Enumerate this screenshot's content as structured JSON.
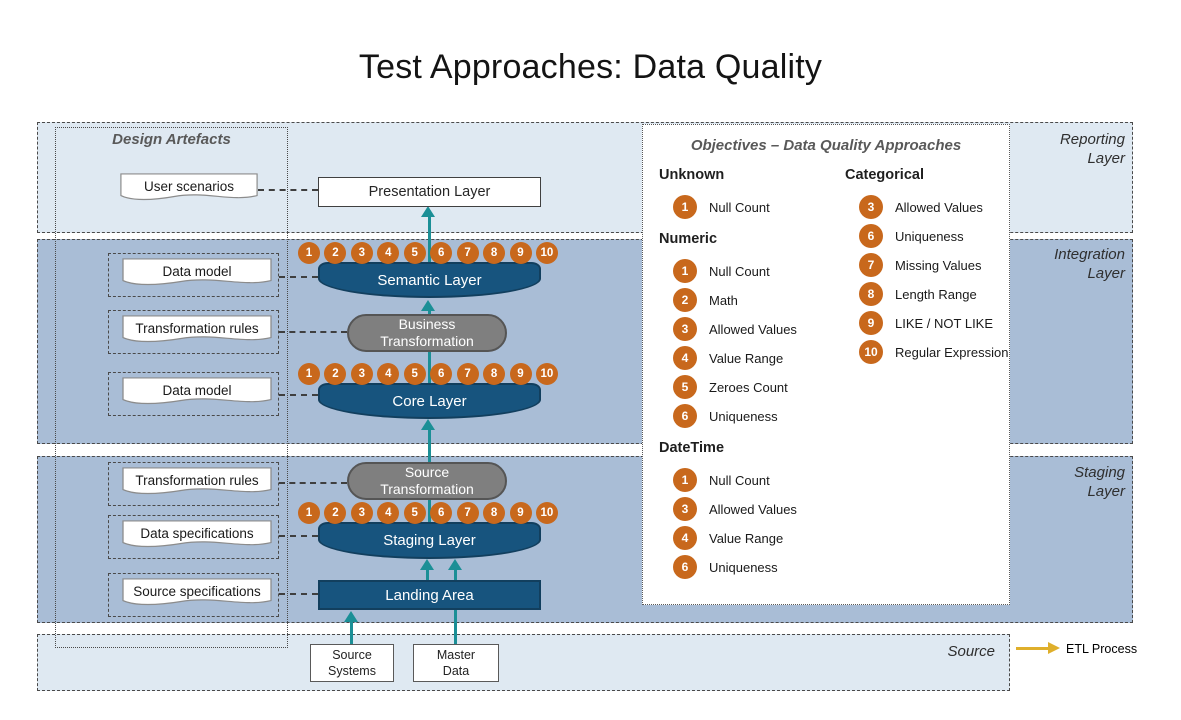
{
  "title": "Test Approaches: Data Quality",
  "design_artefacts": {
    "heading": "Design Artefacts",
    "user_scenarios": "User scenarios",
    "data_model_1": "Data model",
    "transformation_rules_1": "Transformation rules",
    "data_model_2": "Data model",
    "transformation_rules_2": "Transformation rules",
    "data_specifications": "Data specifications",
    "source_specifications": "Source specifications"
  },
  "layers": {
    "reporting_label": "Reporting Layer",
    "integration_label": "Integration Layer",
    "staging_label": "Staging Layer",
    "source_label": "Source"
  },
  "pipeline": {
    "presentation_layer": "Presentation Layer",
    "semantic_layer": "Semantic Layer",
    "business_transformation": "Business Transformation",
    "core_layer": "Core Layer",
    "source_transformation": "Source Transformation",
    "staging_layer": "Staging Layer",
    "landing_area": "Landing Area",
    "source_systems": "Source Systems",
    "master_data": "Master Data"
  },
  "badge_numbers": [
    "1",
    "2",
    "3",
    "4",
    "5",
    "6",
    "7",
    "8",
    "9",
    "10"
  ],
  "objectives": {
    "title": "Objectives – Data Quality Approaches",
    "groups": [
      {
        "name": "Unknown",
        "items": [
          {
            "n": "1",
            "label": "Null Count"
          }
        ]
      },
      {
        "name": "Numeric",
        "items": [
          {
            "n": "1",
            "label": "Null Count"
          },
          {
            "n": "2",
            "label": "Math"
          },
          {
            "n": "3",
            "label": "Allowed Values"
          },
          {
            "n": "4",
            "label": "Value Range"
          },
          {
            "n": "5",
            "label": "Zeroes Count"
          },
          {
            "n": "6",
            "label": "Uniqueness"
          }
        ]
      },
      {
        "name": "DateTime",
        "items": [
          {
            "n": "1",
            "label": "Null Count"
          },
          {
            "n": "3",
            "label": "Allowed Values"
          },
          {
            "n": "4",
            "label": "Value Range"
          },
          {
            "n": "6",
            "label": "Uniqueness"
          }
        ]
      },
      {
        "name": "Categorical",
        "items": [
          {
            "n": "3",
            "label": "Allowed Values"
          },
          {
            "n": "6",
            "label": "Uniqueness"
          },
          {
            "n": "7",
            "label": "Missing Values"
          },
          {
            "n": "8",
            "label": "Length Range"
          },
          {
            "n": "9",
            "label": "LIKE / NOT LIKE"
          },
          {
            "n": "10",
            "label": "Regular Expression"
          }
        ]
      }
    ]
  },
  "etl_label": "ETL Process",
  "colors": {
    "badge_orange": "#C8681C",
    "layer_dark_blue": "#17547E",
    "flow_teal": "#1B8F96",
    "band_light": "#DFE9F2",
    "band_medium": "#A9BDD6",
    "transformation_gray": "#7F7F7F",
    "etl_gold": "#DFAF2B"
  }
}
